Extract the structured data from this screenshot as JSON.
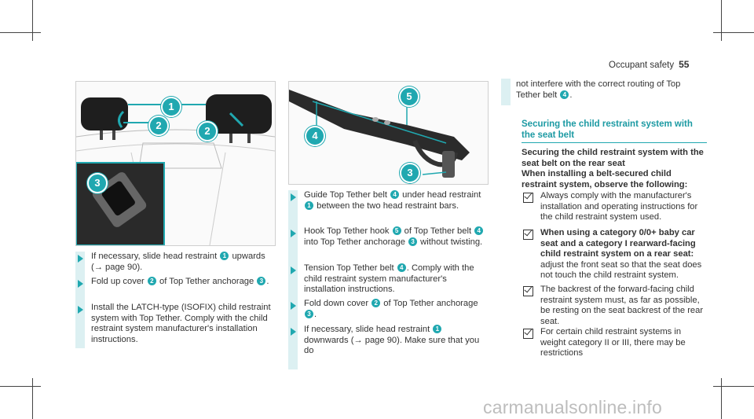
{
  "header": {
    "section": "Occupant safety",
    "page_number": "55"
  },
  "figure1": {
    "labels": [
      "1",
      "2",
      "2",
      "3"
    ]
  },
  "figure2": {
    "labels": [
      "5",
      "4",
      "3"
    ]
  },
  "col1_steps": [
    {
      "parts": [
        "If necessary, slide head restraint ",
        "1",
        " upwards (→ page 90)."
      ]
    },
    {
      "parts": [
        "Fold up cover ",
        "2",
        " of Top Tether anchorage ",
        "3",
        "."
      ]
    },
    {
      "parts": [
        "Install the LATCH-type (ISOFIX) child restraint system with Top Tether. Comply with the child restraint system manufacturer's installation instructions."
      ]
    }
  ],
  "col2_steps": [
    {
      "parts": [
        "Guide Top Tether belt ",
        "4",
        " under head restraint ",
        "1",
        " between the two head restraint bars."
      ]
    },
    {
      "parts": [
        "Hook Top Tether hook ",
        "5",
        " of Top Tether belt ",
        "4",
        " into Top Tether anchorage ",
        "3",
        " without twisting."
      ]
    },
    {
      "parts": [
        "Tension Top Tether belt ",
        "4",
        ". Comply with the child restraint system manufacturer's installation instructions."
      ]
    },
    {
      "parts": [
        "Fold down cover ",
        "2",
        " of Top Tether anchorage ",
        "3",
        "."
      ]
    },
    {
      "parts": [
        "If necessary, slide head restraint ",
        "1",
        " downwards (→ page 90). Make sure that you do"
      ]
    }
  ],
  "col3": {
    "continued": {
      "parts": [
        "not interfere with the correct routing of Top Tether belt ",
        "4",
        "."
      ]
    },
    "section_title": "Securing the child restraint system with the seat belt",
    "warning_title": "Securing the child restraint system with the seat belt on the rear seat",
    "warning_intro": "When installing a belt-secured child restraint system, observe the following:",
    "checklist": [
      {
        "bold": "",
        "text": "Always comply with the manufacturer's installation and operating instructions for the child restraint system used."
      },
      {
        "bold": "When using a category 0/0+ baby car seat and a category I rearward-facing child restraint system on a rear seat:",
        "text": " adjust the front seat so that the seat does not touch the child restraint system."
      },
      {
        "bold": "",
        "text": "The backrest of the forward-facing child restraint system must, as far as possible, be resting on the seat backrest of the rear seat."
      },
      {
        "bold": "",
        "text": "For certain child restraint systems in weight category II or III, there may be restrictions"
      }
    ]
  },
  "watermark": "carmanualsonline.info",
  "colors": {
    "accent": "#20a8b0",
    "step_bar": "#dcf0f2"
  }
}
